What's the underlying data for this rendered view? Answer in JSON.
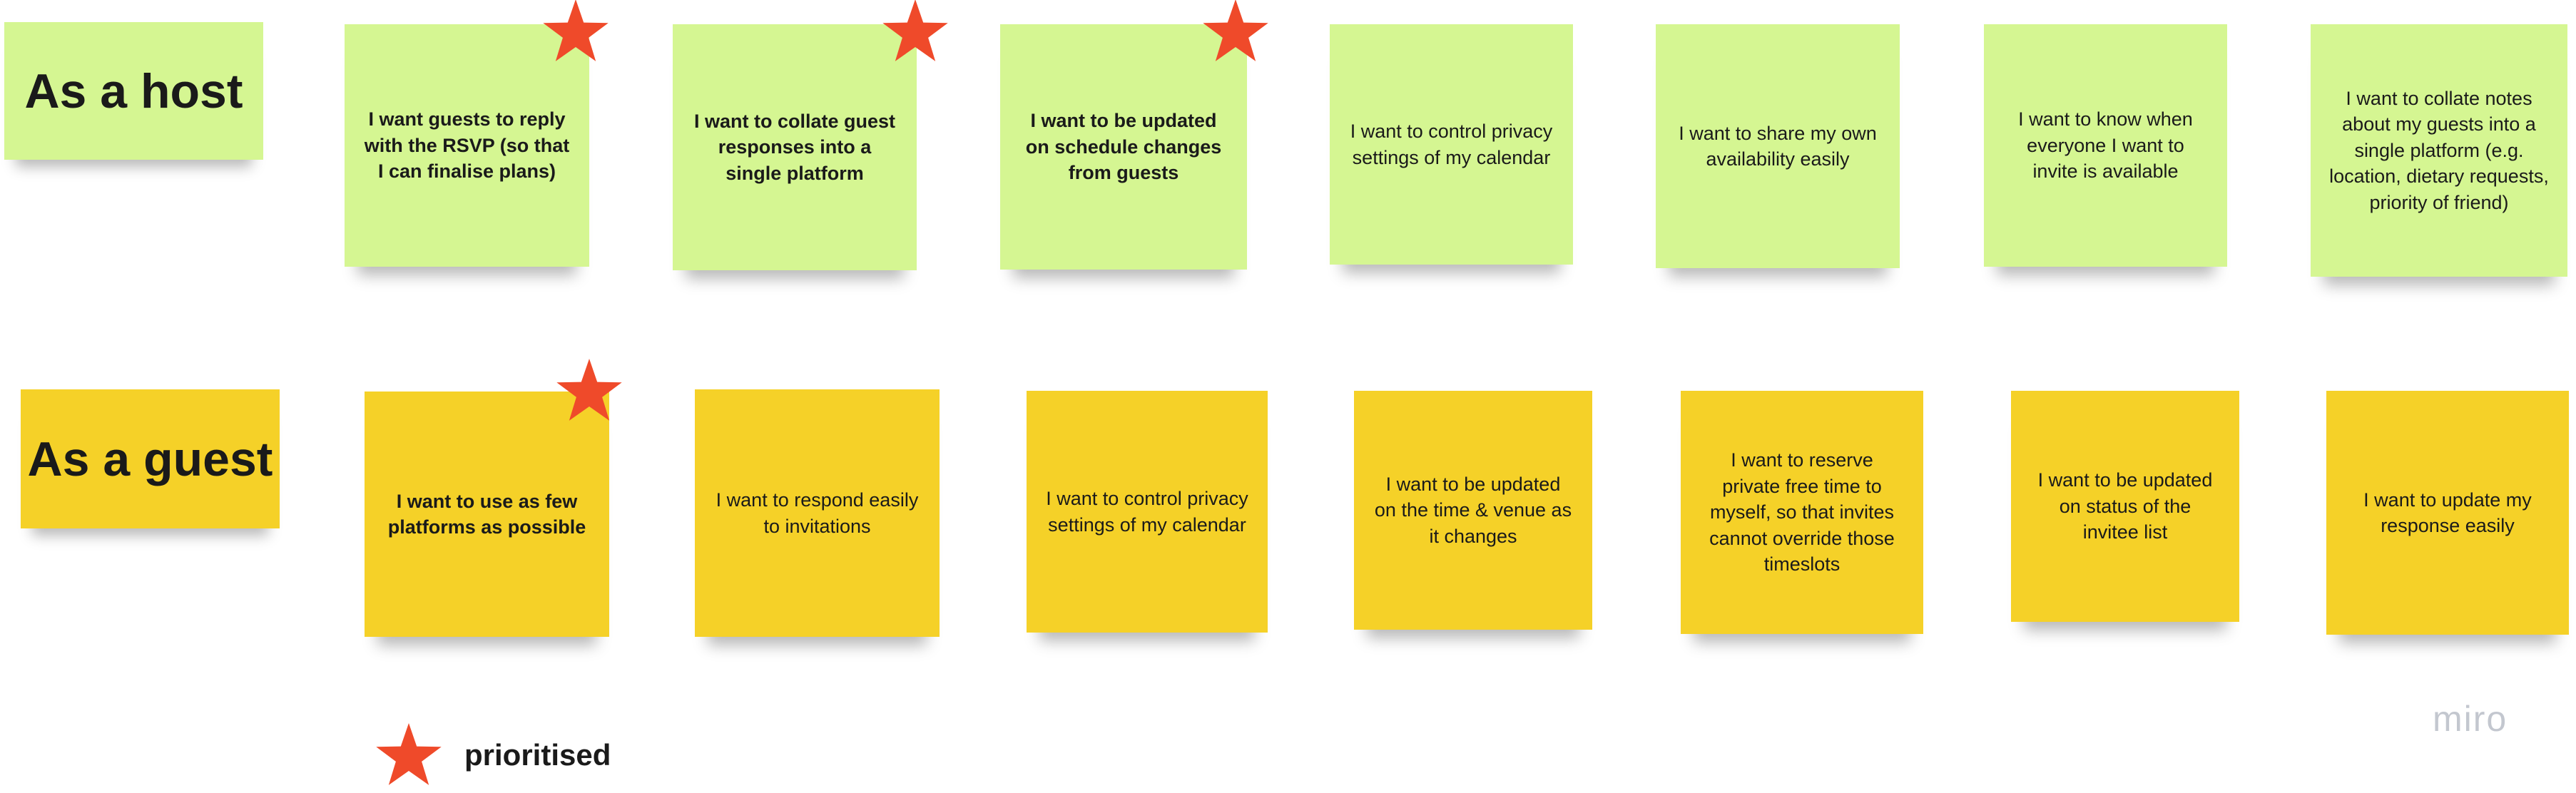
{
  "rows": {
    "host": {
      "label": "As a host",
      "notes": [
        "I want guests to reply with the RSVP (so that I can finalise plans)",
        "I want to collate guest responses into a single platform",
        "I want to be updated on schedule changes from guests",
        "I want to control privacy settings of my calendar",
        "I want to share my own availability easily",
        "I want to know when everyone I want to invite is available",
        "I want to collate notes about my guests into a single platform (e.g. location, dietary requests, priority of friend)"
      ]
    },
    "guest": {
      "label": "As a guest",
      "notes": [
        "I want to use as few platforms as possible",
        "I want to respond easily to invitations",
        "I want to control privacy settings of my calendar",
        "I want to be updated on the time & venue as it changes",
        "I want to reserve private free time to myself, so that invites cannot override those timeslots",
        "I want to be updated on status of the invitee list",
        "I want to update my response easily"
      ]
    }
  },
  "legend": {
    "label": "prioritised",
    "icon": "star-icon",
    "color": "#ef4a2a"
  },
  "brand": "miro",
  "colors": {
    "host_note": "#d5f692",
    "guest_note": "#f5d128",
    "star": "#ef4a2a"
  }
}
